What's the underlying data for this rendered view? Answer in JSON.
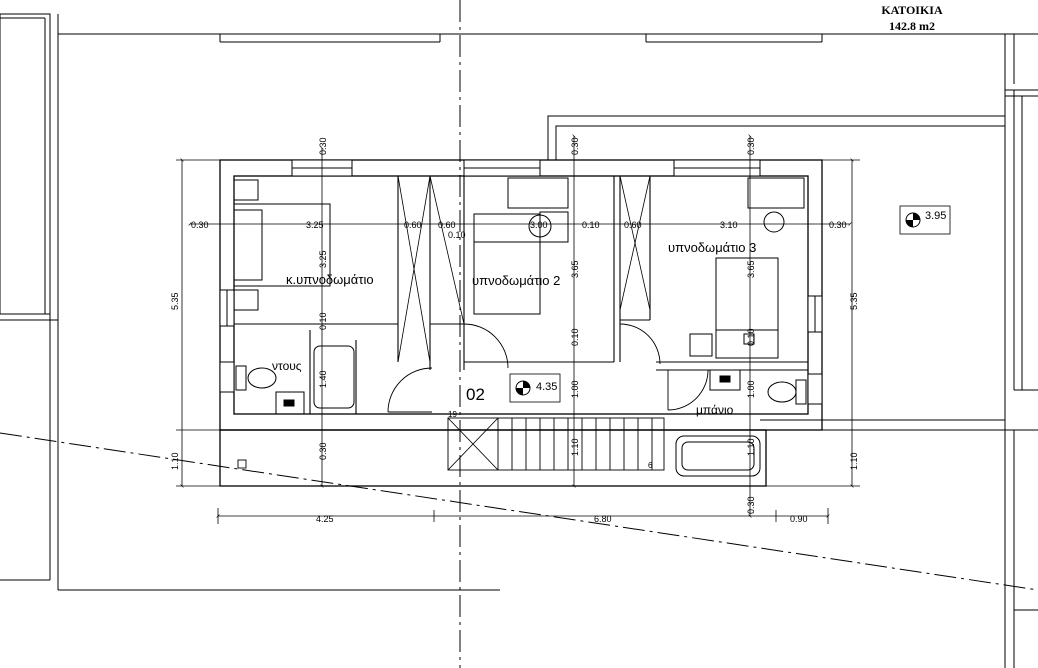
{
  "title": {
    "name": "ΚΑΤΟΙΚΙΑ",
    "area": "142.8 m2"
  },
  "rooms": {
    "master_bedroom": "κ.υπνοδωμάτιο",
    "bedroom_2": "υπνοδωμάτιο 2",
    "bedroom_3": "υπνοδωμάτιο 3",
    "shower": "ντους",
    "bathroom": "μπάνιο",
    "hall_number": "02"
  },
  "levels": {
    "hall": "4.35",
    "terrace": "3.95"
  },
  "dimensions": {
    "left_wall": "0.30",
    "master_width": "3.25",
    "closet_a": "0.60",
    "closet_b": "0.60",
    "partition_a": "0.10",
    "bed2_width": "3.00",
    "partition_b": "0.10",
    "closet_c": "0.60",
    "bed3_width": "3.10",
    "right_wall": "0.30",
    "overall_left": "4.25",
    "overall_right": "6.80",
    "balcony_right": "0.90",
    "height_left": "5.35",
    "height_right": "5.35",
    "balcony_left": "1.10",
    "balcony_right_h": "1.10",
    "v_wall_top_a": "0.30",
    "v_master_depth": "3.25",
    "v_partition_a": "0.10",
    "v_shower": "1.40",
    "v_wall_bottom_a": "0.30",
    "v_wall_top_b": "0.30",
    "v_bed2_depth": "3.65",
    "v_partition_b": "0.10",
    "v_hall": "1.00",
    "v_stair": "1.10",
    "v_wall_top_c": "0.30",
    "v_bed3_depth": "3.65",
    "v_partition_c": "0.10",
    "v_bath": "1.00",
    "v_bath_tub": "1.10",
    "v_wall_bottom_c": "0.30",
    "stair_start": "19",
    "stair_end": "6"
  }
}
